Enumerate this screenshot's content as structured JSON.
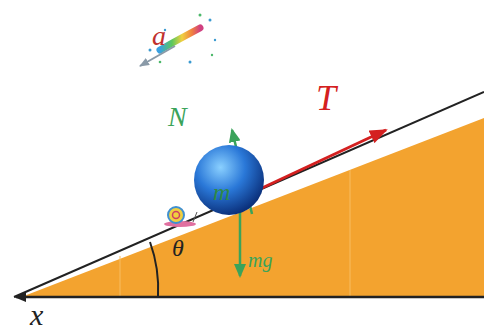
{
  "diagram": {
    "nodes": [
      {
        "text": [
          "m"
        ]
      }
    ],
    "labels": [
      "a",
      "N",
      "T",
      "mg",
      "θ",
      "x"
    ]
  }
}
